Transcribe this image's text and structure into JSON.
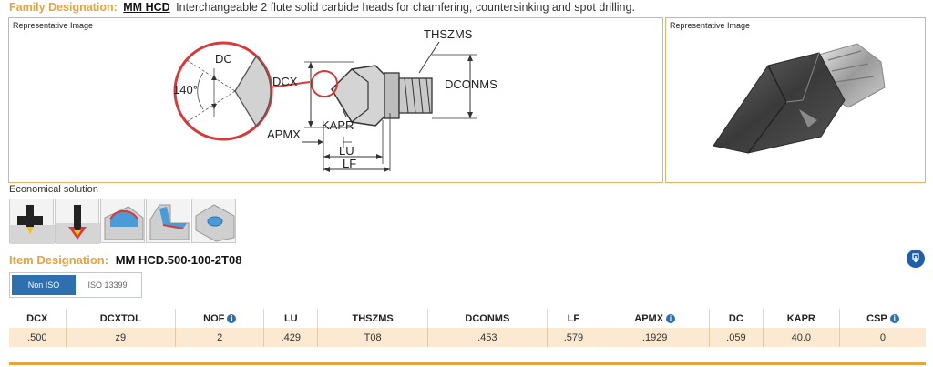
{
  "family": {
    "label": "Family Designation:",
    "name": "MM HCD",
    "description": "Interchangeable 2 flute solid carbide heads for chamfering, countersinking and spot drilling."
  },
  "left_panel": {
    "caption": "Representative Image",
    "diagram_labels": {
      "dc": "DC",
      "angle": "140°",
      "dcx": "DCX",
      "thszms": "THSZMS",
      "dconms": "DCONMS",
      "kapr": "KAPR",
      "apmx": "APMX",
      "lu": "LU",
      "lf": "LF"
    }
  },
  "right_panel": {
    "caption": "Representative Image"
  },
  "economical": {
    "label": "Economical solution",
    "icons": [
      "chamfering-icon",
      "spot-drilling-icon",
      "countersink-icon",
      "profile-chamfer-icon",
      "spot-face-icon"
    ]
  },
  "item": {
    "label": "Item Designation:",
    "code": "MM HCD.500-100-2T08"
  },
  "tabs": [
    {
      "label": "Non ISO",
      "active": true
    },
    {
      "label": "ISO 13399",
      "active": false
    }
  ],
  "table": {
    "headers": [
      {
        "label": "DCX",
        "info": false
      },
      {
        "label": "DCXTOL",
        "info": false
      },
      {
        "label": "NOF",
        "info": true
      },
      {
        "label": "LU",
        "info": false
      },
      {
        "label": "THSZMS",
        "info": false
      },
      {
        "label": "DCONMS",
        "info": false
      },
      {
        "label": "LF",
        "info": false
      },
      {
        "label": "APMX",
        "info": true
      },
      {
        "label": "DC",
        "info": false
      },
      {
        "label": "KAPR",
        "info": false
      },
      {
        "label": "CSP",
        "info": true
      }
    ],
    "row": [
      ".500",
      "z9",
      "2",
      ".429",
      "T08",
      ".453",
      ".579",
      ".1929",
      ".059",
      "40.0",
      "0"
    ]
  },
  "colors": {
    "accent": "#e8a33d",
    "primary": "#2e6fb0",
    "row_bg": "#fbe9d2",
    "detail_circle": "#d63a3a"
  }
}
